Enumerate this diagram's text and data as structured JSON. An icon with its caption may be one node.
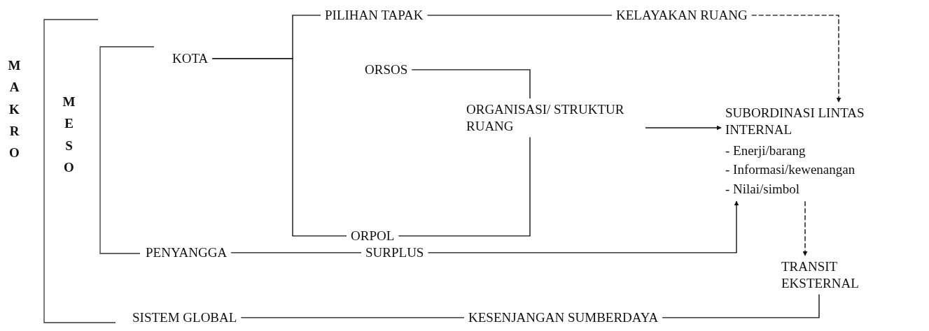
{
  "diagram": {
    "nodes": [
      {
        "text": [
          "PILIHAN TAPAK"
        ]
      },
      {
        "text": [
          "KELAYAKAN RUANG"
        ]
      },
      {
        "text": [
          "KOTA"
        ]
      },
      {
        "text": [
          "ORSOS"
        ]
      },
      {
        "text": [
          "ORGANISASI/ STRUKTUR RUANG"
        ]
      },
      {
        "text": [
          "SUBORDINASI LINTAS INTERNAL",
          "- Enerji/barang",
          "- Informasi/kewenangan",
          "- Nilai/simbol"
        ]
      },
      {
        "text": [
          "ORPOL"
        ]
      },
      {
        "text": [
          "PENYANGGA"
        ]
      },
      {
        "text": [
          "SURPLUS"
        ]
      },
      {
        "text": [
          "TRANSIT EKSTERNAL"
        ]
      },
      {
        "text": [
          "SISTEM GLOBAL"
        ]
      },
      {
        "text": [
          "KESENJANGAN SUMBERDAYA"
        ]
      }
    ],
    "edges": [
      {
        "from": 2,
        "to": 0,
        "arrow": "none"
      },
      {
        "from": 2,
        "to": 6,
        "arrow": "none"
      },
      {
        "from": 0,
        "to": 1,
        "arrow": "none"
      },
      {
        "from": 1,
        "to": 5,
        "arrow": "to",
        "style": "dashed"
      },
      {
        "from": 3,
        "to": 4,
        "arrow": "none"
      },
      {
        "from": 6,
        "to": 4,
        "arrow": "none"
      },
      {
        "from": 4,
        "to": 5,
        "arrow": "to"
      },
      {
        "from": 7,
        "to": 8,
        "arrow": "none"
      },
      {
        "from": 8,
        "to": 5,
        "arrow": "to"
      },
      {
        "from": 5,
        "to": 9,
        "arrow": "to",
        "style": "dashed"
      },
      {
        "from": 10,
        "to": 11,
        "arrow": "none"
      },
      {
        "from": 11,
        "to": 9,
        "arrow": "none"
      }
    ],
    "labels": [
      "MAKRO",
      "MESO"
    ]
  }
}
